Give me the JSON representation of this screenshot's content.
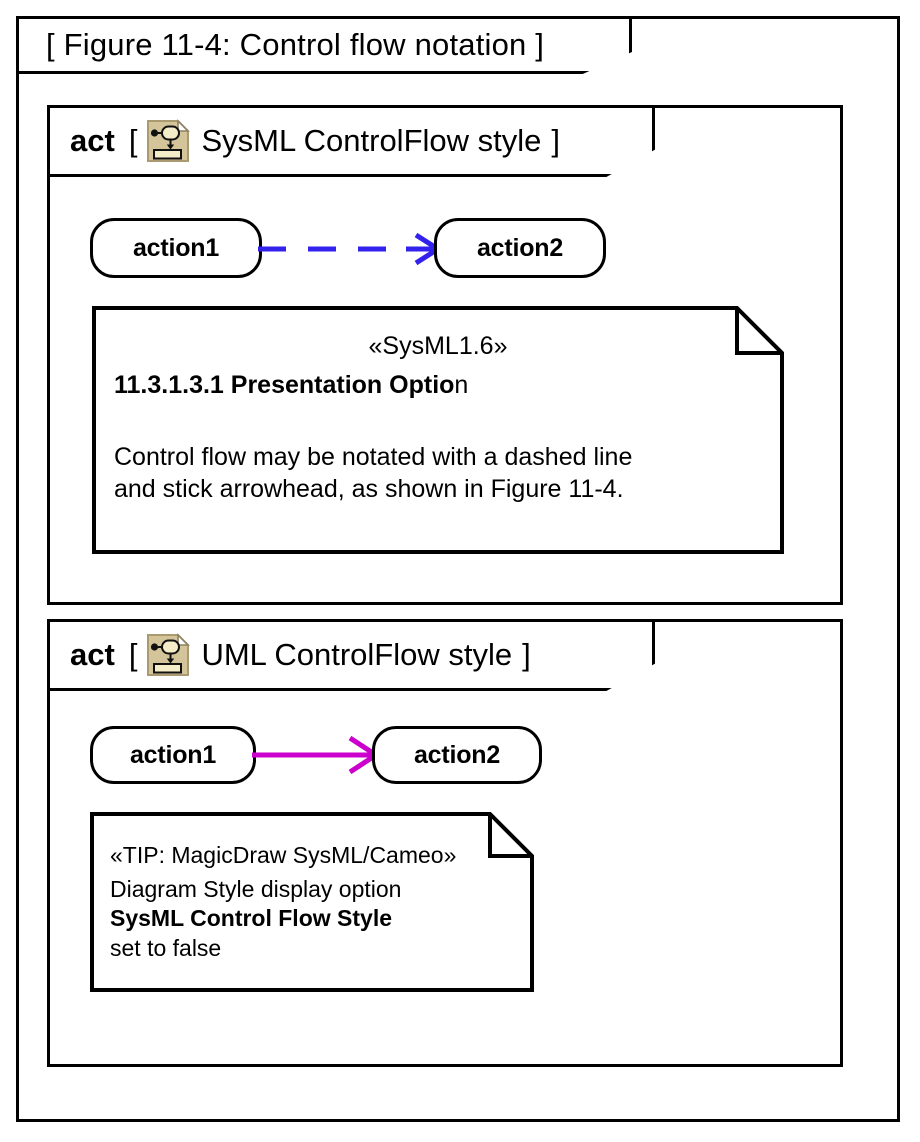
{
  "diagram": {
    "frame_title": "[ Figure 11-4: Control flow notation ]",
    "background": "#ffffff",
    "line_color": "#000000"
  },
  "frames": [
    {
      "keyword": "act",
      "bracket_open": "[",
      "bracket_close": "]",
      "icon": "activity-diagram-icon",
      "title": "SysML ControlFlow style",
      "actions": [
        {
          "label": "action1"
        },
        {
          "label": "action2"
        }
      ],
      "connector": {
        "kind": "control-flow-dashed-stick-arrow",
        "style": "dashed",
        "color": "#3322ee",
        "arrowhead": "open-stick"
      },
      "note": {
        "stereotype": "«SysML1.6»",
        "heading_bold": "11.3.1.3.1 Presentation Optio",
        "heading_tail": "n",
        "text_line_1": "Control flow may be notated with a dashed line",
        "text_line_2": "and stick arrowhead, as shown in Figure 11-4."
      }
    },
    {
      "keyword": "act",
      "bracket_open": "[",
      "bracket_close": "]",
      "icon": "activity-diagram-icon",
      "title": "UML ControlFlow style",
      "actions": [
        {
          "label": "action1"
        },
        {
          "label": "action2"
        }
      ],
      "connector": {
        "kind": "control-flow-solid-stick-arrow",
        "style": "solid",
        "color": "#cc00cc",
        "arrowhead": "open-stick"
      },
      "note": {
        "stereotype": "«TIP: MagicDraw SysML/Cameo»",
        "line_1": "Diagram Style display option",
        "line_2_bold": "SysML Control Flow Style",
        "line_3": "set to false"
      }
    }
  ],
  "icon_colors": {
    "page_fill": "#d4c49a",
    "page_border": "#a99a72",
    "shape_fill": "#f5ecc8",
    "shape_stroke": "#000000",
    "fold_fill": "#ffffff"
  }
}
